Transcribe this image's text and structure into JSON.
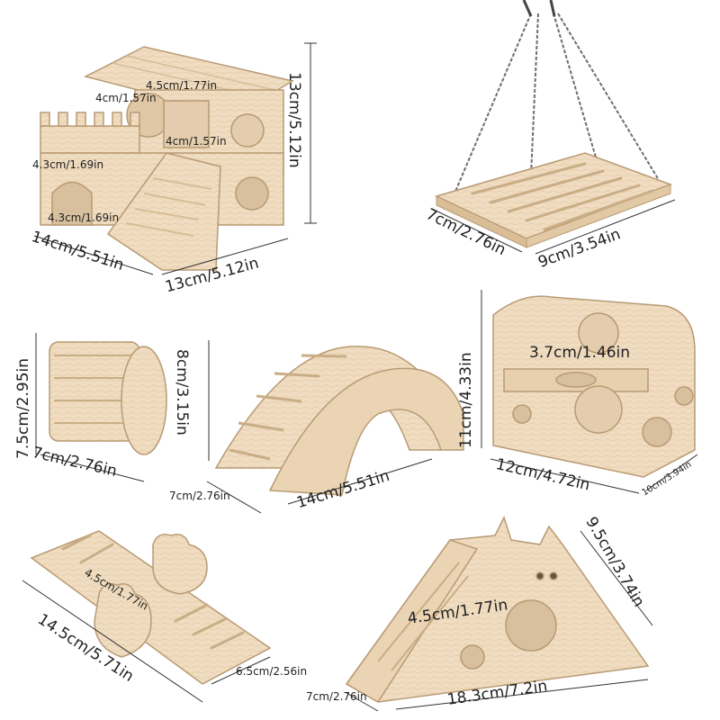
{
  "products": {
    "house": {
      "height": "13cm/5.12in",
      "width": "14cm/5.51in",
      "depth": "13cm/5.12in",
      "roof_hole": "4.5cm/1.77in",
      "window": "4cm/1.57in",
      "side_window": "4cm/1.57in",
      "castle_gap": "4.3cm/1.69in",
      "door": "4.3cm/1.69in"
    },
    "swing": {
      "depth": "7cm/2.76in",
      "width": "9cm/3.54in"
    },
    "roller": {
      "height": "7.5cm/2.95in",
      "width": "7cm/2.76in"
    },
    "bridge": {
      "height": "8cm/3.15in",
      "width": "14cm/5.51in",
      "depth": "7cm/2.76in"
    },
    "bench": {
      "height": "11cm/4.33in",
      "width": "12cm/4.72in",
      "depth": "10cm/3.94in",
      "hole": "3.7cm/1.46in"
    },
    "seesaw": {
      "hole": "4.5cm/1.77in",
      "length": "14.5cm/5.71in",
      "width": "6.5cm/2.56in"
    },
    "slide": {
      "height": "9.5cm/3.74in",
      "hole": "4.5cm/1.77in",
      "length": "18.3cm/7.2in",
      "depth": "7cm/2.76in"
    }
  },
  "colors": {
    "wood": "#f0dcc0",
    "wood_edge": "#b89a74",
    "slat": "#d7bd98",
    "chain": "#6e6e6e",
    "dimension_line": "#333333"
  }
}
